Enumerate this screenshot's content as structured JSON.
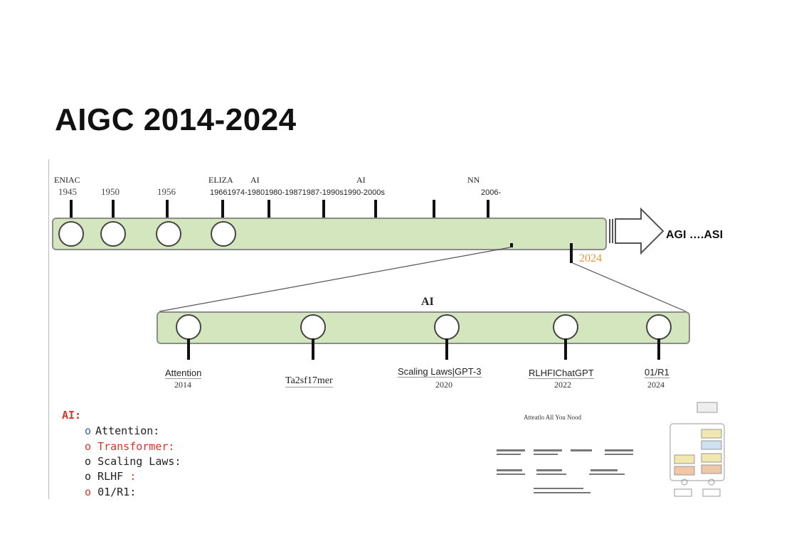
{
  "title": "AIGC   2014-2024",
  "top_timeline": {
    "labels": [
      "ENIAC",
      "ELIZA",
      "AI",
      "AI",
      "NN"
    ],
    "years": [
      "1945",
      "1950",
      "1956"
    ],
    "ranges": [
      "19661974-19801980-19871987-1990s1990-2000s",
      "2006-"
    ],
    "agi": "AGI   ….ASI",
    "year_2024": "2024"
  },
  "genai_timeline": {
    "title": "AI",
    "items": [
      {
        "label": "Attention",
        "year": "2014"
      },
      {
        "label": "Ta2sf17mer",
        "year": ""
      },
      {
        "label": "Scaling   Laws|GPT-3",
        "year": "2020"
      },
      {
        "label": "RLHFIChatGPT",
        "year": "2022"
      },
      {
        "label": "01/R1",
        "year": "2024"
      }
    ]
  },
  "description": {
    "lead_red": "AI:",
    "lines": [
      {
        "bullet": "o",
        "key": "Attention:"
      },
      {
        "bullet": "o",
        "key": "Transformer:"
      },
      {
        "bullet": "o",
        "key": "Scaling  Laws:"
      },
      {
        "bullet": "o",
        "key": "RLHF  :"
      },
      {
        "bullet": "o",
        "key": "01/R1:"
      }
    ]
  },
  "paper": {
    "title": "Atteatlo      All You Nood"
  },
  "colors": {
    "bar_fill": "#d3e6bd",
    "accent_red": "#d9342b",
    "accent_orange": "#e39b3a",
    "bullet_blue": "#3a5da8"
  }
}
